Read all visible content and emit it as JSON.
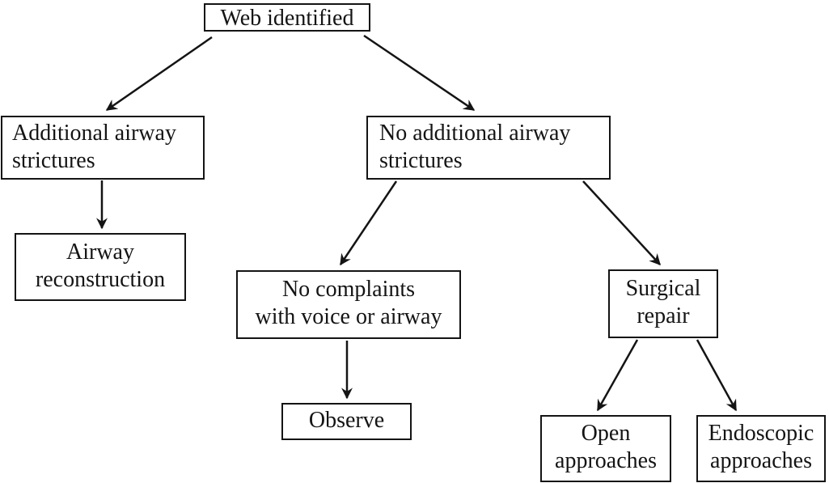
{
  "diagram": {
    "type": "flowchart",
    "background_color": "#ffffff",
    "line_color": "#141414",
    "text_color": "#141414",
    "nodes": {
      "web_identified": {
        "label": "Web identified"
      },
      "additional_strictures": {
        "line1": "Additional airway",
        "line2": "strictures"
      },
      "no_additional_strictures": {
        "line1": "No additional airway",
        "line2": "strictures"
      },
      "airway_reconstruction": {
        "line1": "Airway",
        "line2": "reconstruction"
      },
      "no_complaints": {
        "line1": "No complaints",
        "line2": "with voice or airway"
      },
      "surgical_repair": {
        "line1": "Surgical",
        "line2": "repair"
      },
      "observe": {
        "label": "Observe"
      },
      "open_approaches": {
        "line1": "Open",
        "line2": "approaches"
      },
      "endoscopic_approaches": {
        "line1": "Endoscopic",
        "line2": "approaches"
      }
    },
    "edges": [
      {
        "from": "web_identified",
        "to": "additional_strictures"
      },
      {
        "from": "web_identified",
        "to": "no_additional_strictures"
      },
      {
        "from": "additional_strictures",
        "to": "airway_reconstruction"
      },
      {
        "from": "no_additional_strictures",
        "to": "no_complaints"
      },
      {
        "from": "no_additional_strictures",
        "to": "surgical_repair"
      },
      {
        "from": "no_complaints",
        "to": "observe"
      },
      {
        "from": "surgical_repair",
        "to": "open_approaches"
      },
      {
        "from": "surgical_repair",
        "to": "endoscopic_approaches"
      }
    ]
  }
}
